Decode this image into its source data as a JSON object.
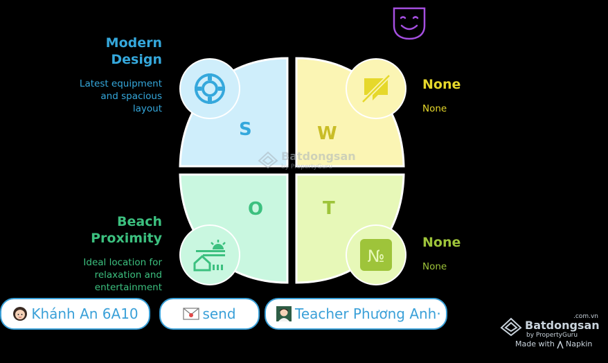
{
  "strengths": {
    "letter": "S",
    "heading_lines": [
      "Modern",
      "Design"
    ],
    "description_lines": [
      "Latest equipment",
      "and spacious",
      "layout"
    ],
    "icon": "target-icon"
  },
  "weaknesses": {
    "letter": "W",
    "heading": "None",
    "description": "None",
    "icon": "chat-off-icon"
  },
  "opportunities": {
    "letter": "O",
    "heading_lines": [
      "Beach",
      "Proximity"
    ],
    "description_lines": [
      "Ideal location for",
      "relaxation and",
      "entertainment"
    ],
    "icon": "beach-house-icon"
  },
  "threats": {
    "letter": "T",
    "heading": "None",
    "description": "None",
    "icon": "numero-sign-icon"
  },
  "top_icon": "smiley-mask-icon",
  "pills": [
    {
      "label": "Khánh An 6A10",
      "icon": "girl-avatar-icon"
    },
    {
      "label": "send",
      "icon": "envelope-icon"
    },
    {
      "label": "Teacher Phương Anh·",
      "icon": "teacher-avatar-icon"
    }
  ],
  "watermark": {
    "center_brand": "Batdongsan",
    "center_sub": "by PropertyGuru",
    "corner_domain": ".com.vn",
    "corner_brand": "Batdongsan",
    "corner_sub": "by PropertyGuru",
    "made_with": "Made with",
    "made_with_brand": "Napkin"
  },
  "colors": {
    "s": "#cfeefb",
    "s_text": "#35a8dc",
    "w": "#fbf5b4",
    "w_text": "#c9bd27",
    "o": "#c9f7e0",
    "o_text": "#3cc07f",
    "t": "#e7f8b8",
    "t_text": "#9ec43a"
  }
}
